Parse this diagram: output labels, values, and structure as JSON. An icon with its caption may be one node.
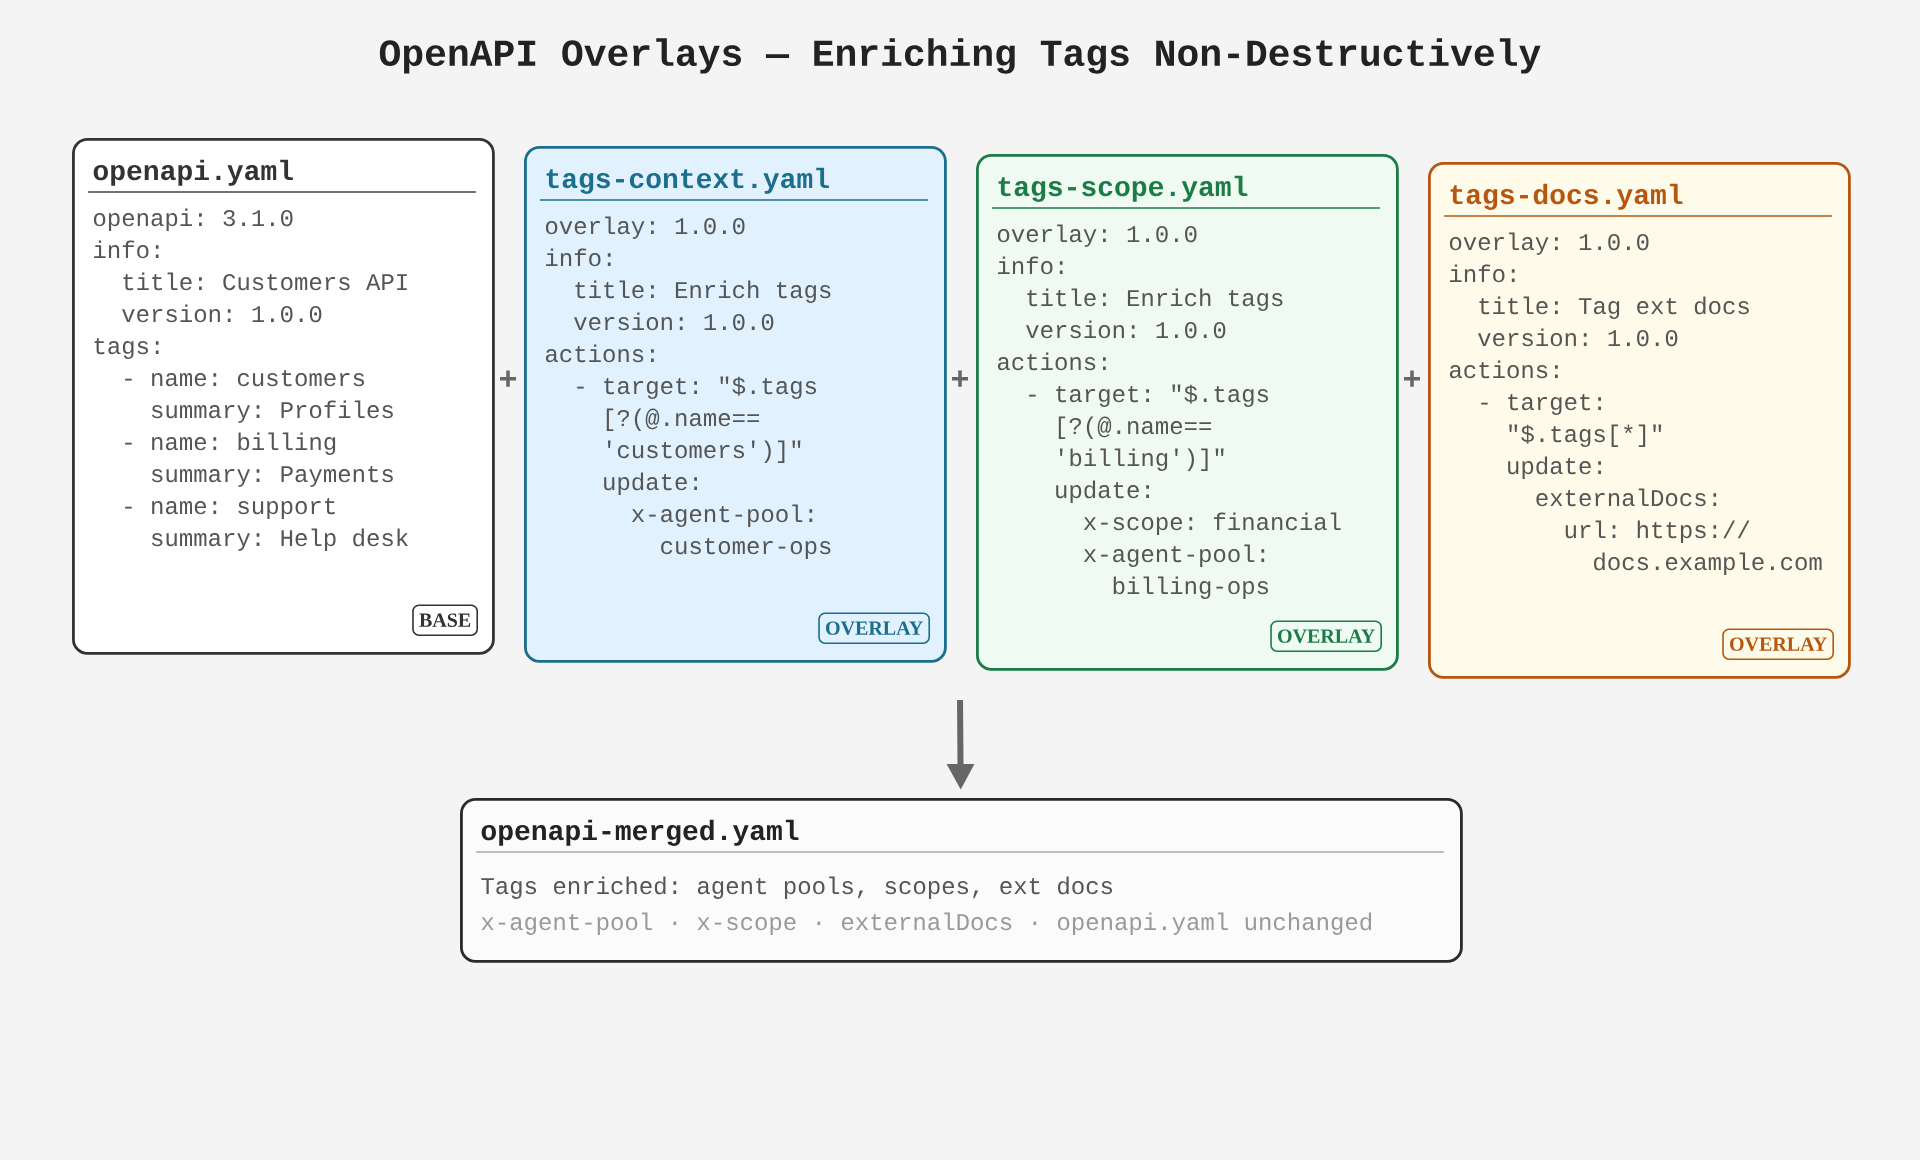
{
  "diagram": {
    "title": "OpenAPI Overlays — Enriching Tags Non-Destructively",
    "nodes": [
      {
        "text": [
          "openapi.yaml",
          "openapi: 3.1.0",
          "info:",
          "title: Customers API",
          "version: 1.0.0",
          "tags:",
          "- name: customers",
          "summary: Profiles",
          "- name: billing",
          "summary: Payments",
          "- name: support",
          "summary: Help desk"
        ]
      },
      {
        "text": [
          "BASE"
        ],
        "in": 0
      },
      {
        "text": [
          "tags-context.yaml",
          "overlay: 1.0.0",
          "info:",
          "title: Enrich tags",
          "version: 1.0.0",
          "actions:",
          "- target: \"$.tags",
          "[?(@.name==",
          "'customers')]\"",
          "update:",
          "x-agent-pool:",
          "customer-ops"
        ]
      },
      {
        "text": [
          "OVERLAY"
        ],
        "in": 2
      },
      {
        "text": [
          "tags-scope.yaml",
          "overlay: 1.0.0",
          "info:",
          "title: Enrich tags",
          "version: 1.0.0",
          "actions:",
          "- target: \"$.tags",
          "[?(@.name==",
          "'billing')]\"",
          "update:",
          "x-scope: financial",
          "x-agent-pool:",
          "billing-ops"
        ]
      },
      {
        "text": [
          "OVERLAY"
        ],
        "in": 4
      },
      {
        "text": [
          "tags-docs.yaml",
          "overlay: 1.0.0",
          "info:",
          "title: Tag ext docs",
          "version: 1.0.0",
          "actions:",
          "- target:",
          "\"$.tags[*]\"",
          "update:",
          "externalDocs:",
          "url: https://",
          "docs.example.com"
        ]
      },
      {
        "text": [
          "OVERLAY"
        ],
        "in": 6
      },
      {
        "text": [
          "openapi-merged.yaml",
          "Tags enriched: agent pools, scopes, ext docs",
          "x-agent-pool · x-scope · externalDocs · openapi.yaml unchanged"
        ]
      }
    ],
    "edges": [
      {
        "from": null,
        "to": 8,
        "arrow": "to"
      }
    ],
    "labels": [
      "+",
      "+",
      "+"
    ]
  }
}
